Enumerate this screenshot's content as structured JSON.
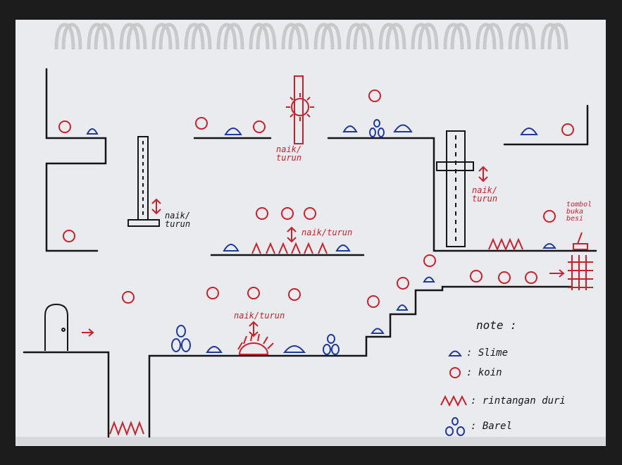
{
  "colors": {
    "paper": "#eef0f2",
    "ink_black": "#151515",
    "ink_red": "#c8232c",
    "ink_blue": "#1f3a9a",
    "ring": "#c9c9c9"
  },
  "labels": {
    "lift_top": "naik/\nturun",
    "lift_left": "naik/\nturun",
    "lift_right": "naik/\nturun",
    "lift_middle": "naik/turun",
    "lift_bottom": "naik/turun",
    "button_note": "tombol\nbuka\nbesi"
  },
  "legend": {
    "title": "note :",
    "slime": ": Slime",
    "coin": ": koin",
    "spike": ": rintangan duri",
    "barrel": ": Barel"
  },
  "icons": {
    "slime": "slime-icon",
    "coin": "coin-icon",
    "spike": "spike-icon",
    "barrel": "barrel-icon",
    "door": "door-icon",
    "arrow": "arrow-icon",
    "gate": "iron-gate-icon",
    "lever": "button-lever-icon",
    "sun": "spike-sun-icon"
  }
}
